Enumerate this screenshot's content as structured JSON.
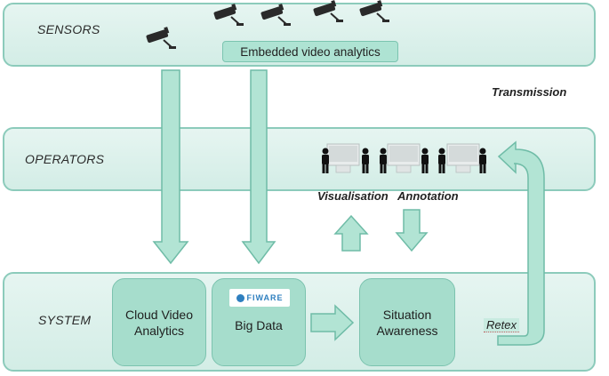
{
  "layers": {
    "sensors": {
      "label": "SENSORS"
    },
    "operators": {
      "label": "OPERATORS"
    },
    "system": {
      "label": "SYSTEM"
    }
  },
  "sensors": {
    "analytics_label": "Embedded video analytics",
    "camera_count": 5
  },
  "transmission_label": "Transmission",
  "operators": {
    "visualisation_label": "Visualisation",
    "annotation_label": "Annotation",
    "workstation_count": 3
  },
  "system": {
    "cloud_label_line1": "Cloud Video",
    "cloud_label_line2": "Analytics",
    "bigdata_label": "Big Data",
    "fiware_logo": "FIWARE",
    "situation_label_line1": "Situation",
    "situation_label_line2": "Awareness",
    "retex_label": "Retex"
  },
  "colors": {
    "layer_fill": "#dcf1eb",
    "layer_border": "#8ccbbb",
    "box_fill": "#a6ddcc",
    "arrow_fill": "#b2e4d4",
    "arrow_stroke": "#6fbca7"
  }
}
